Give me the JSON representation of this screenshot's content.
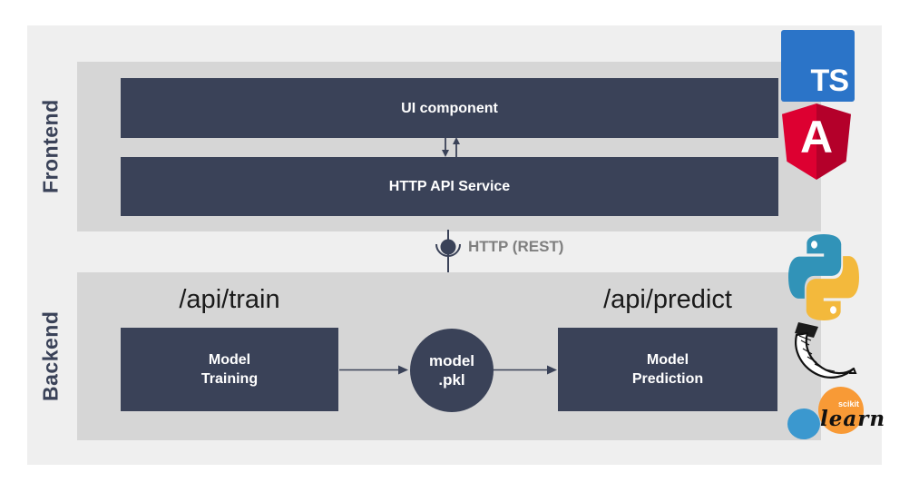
{
  "frontend": {
    "section_label": "Frontend",
    "ui_box_label": "UI component",
    "api_box_label": "HTTP API Service"
  },
  "connector": {
    "label": "HTTP (REST)"
  },
  "backend": {
    "section_label": "Backend",
    "train_route": "/api/train",
    "predict_route": "/api/predict",
    "training_line1": "Model",
    "training_line2": "Training",
    "model_line1": "model",
    "model_line2": ".pkl",
    "prediction_line1": "Model",
    "prediction_line2": "Prediction"
  },
  "logos": {
    "typescript_label": "TS",
    "angular_label": "A",
    "sklearn_scikit": "scikit",
    "sklearn_learn": "learn"
  },
  "colors": {
    "navy": "#3a4258",
    "section_gray": "#d6d6d6",
    "canvas_gray": "#efefef",
    "label_gray": "#7f7f7f",
    "ts_blue": "#2b74c8",
    "angular_red": "#dd0031",
    "angular_red_dark": "#b4002a",
    "python_blue": "#3193b8",
    "python_yellow": "#f3b93c",
    "sklearn_orange": "#f89a36",
    "sklearn_blue": "#3b98cf",
    "text_black": "#1a1a1a"
  }
}
